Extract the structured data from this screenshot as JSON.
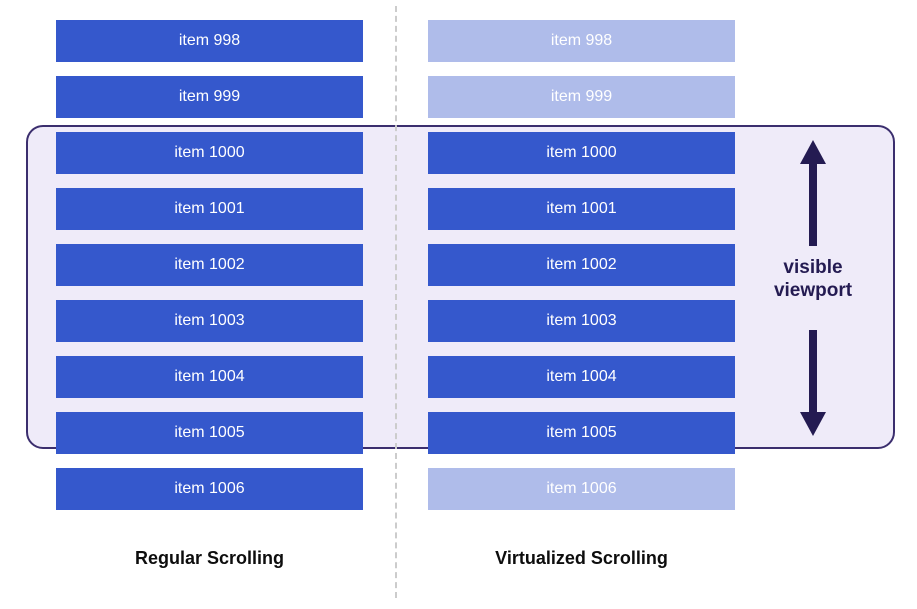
{
  "diagram": {
    "title_left": "Regular Scrolling",
    "title_right": "Virtualized Scrolling",
    "viewport_label_line1": "visible",
    "viewport_label_line2": "viewport",
    "colors": {
      "bar_active": "#3558cc",
      "bar_faded": "#afbcea",
      "viewport_fill": "#efebf9",
      "viewport_border": "#3b2e6e",
      "divider": "#cccccc",
      "bar_text": "#ffffff",
      "label_text": "#0d0d0d",
      "annotation_text": "#241b52"
    },
    "columns": {
      "regular": {
        "name": "Regular Scrolling",
        "items": [
          {
            "label": "item 998",
            "rendered": true,
            "in_viewport": false
          },
          {
            "label": "item 999",
            "rendered": true,
            "in_viewport": false
          },
          {
            "label": "item 1000",
            "rendered": true,
            "in_viewport": true
          },
          {
            "label": "item 1001",
            "rendered": true,
            "in_viewport": true
          },
          {
            "label": "item 1002",
            "rendered": true,
            "in_viewport": true
          },
          {
            "label": "item 1003",
            "rendered": true,
            "in_viewport": true
          },
          {
            "label": "item 1004",
            "rendered": true,
            "in_viewport": true
          },
          {
            "label": "item 1005",
            "rendered": true,
            "in_viewport": true
          },
          {
            "label": "item 1006",
            "rendered": true,
            "in_viewport": false
          }
        ]
      },
      "virtualized": {
        "name": "Virtualized Scrolling",
        "items": [
          {
            "label": "item 998",
            "rendered": false,
            "in_viewport": false
          },
          {
            "label": "item 999",
            "rendered": false,
            "in_viewport": false
          },
          {
            "label": "item 1000",
            "rendered": true,
            "in_viewport": true
          },
          {
            "label": "item 1001",
            "rendered": true,
            "in_viewport": true
          },
          {
            "label": "item 1002",
            "rendered": true,
            "in_viewport": true
          },
          {
            "label": "item 1003",
            "rendered": true,
            "in_viewport": true
          },
          {
            "label": "item 1004",
            "rendered": true,
            "in_viewport": true
          },
          {
            "label": "item 1005",
            "rendered": true,
            "in_viewport": true
          },
          {
            "label": "item 1006",
            "rendered": false,
            "in_viewport": false
          }
        ]
      }
    }
  }
}
